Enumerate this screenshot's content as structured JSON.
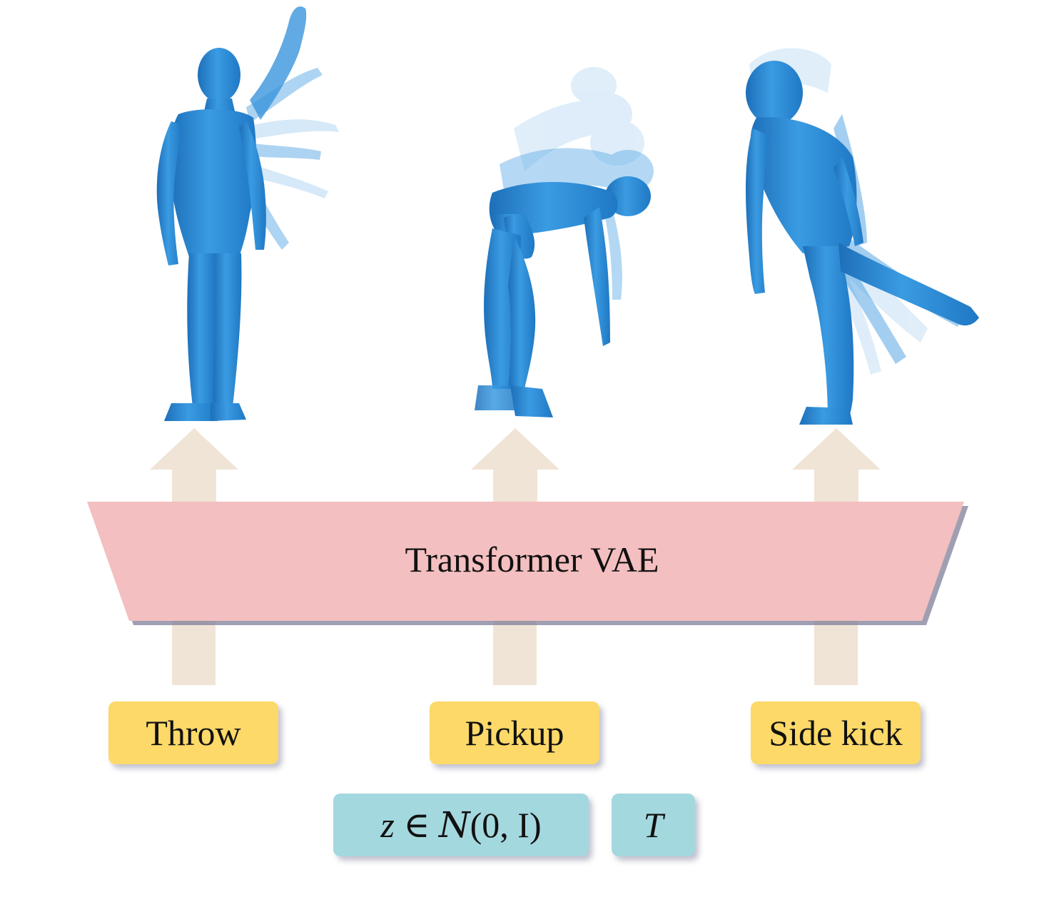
{
  "model": {
    "label": "Transformer VAE"
  },
  "actions": [
    {
      "id": "throw",
      "label": "Throw"
    },
    {
      "id": "pickup",
      "label": "Pickup"
    },
    {
      "id": "side-kick",
      "label": "Side kick"
    }
  ],
  "inputs": {
    "latent": {
      "var": "z",
      "member": "∈",
      "dist": "N",
      "args": "(0, I)"
    },
    "duration": {
      "var": "T"
    }
  },
  "colors": {
    "vae_fill": "#f3bfc0",
    "vae_shadow": "#7f7f9a",
    "arrow": "#f0e4d6",
    "action_box": "#fcd968",
    "input_box": "#a4d8df",
    "body": "#2f8fd8"
  }
}
